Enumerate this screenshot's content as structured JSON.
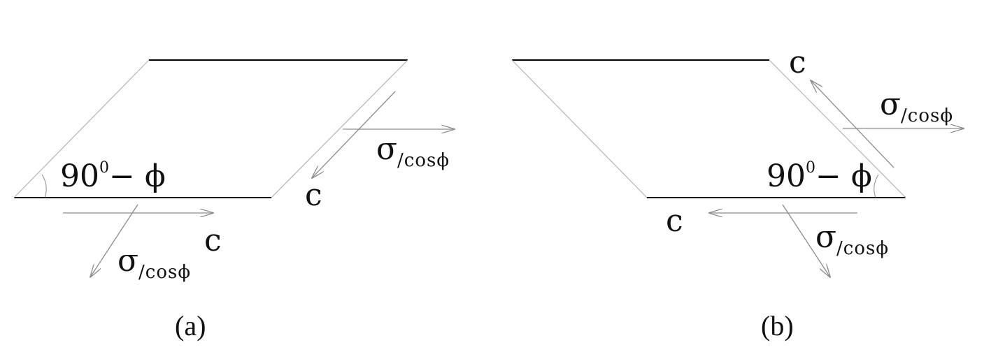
{
  "figure": {
    "panel_a": {
      "caption": "(a)",
      "angle": {
        "base": "90",
        "exponent": "0",
        "suffix": "− ϕ"
      },
      "shear_top": "c",
      "shear_bottom": "c",
      "normal_right": {
        "symbol": "σ",
        "sub": "/cosϕ"
      },
      "normal_bottom": {
        "symbol": "σ",
        "sub": "/cosϕ"
      }
    },
    "panel_b": {
      "caption": "(b)",
      "angle": {
        "base": "90",
        "exponent": "0",
        "suffix": "− ϕ"
      },
      "shear_top": "c",
      "shear_bottom": "c",
      "normal_right": {
        "symbol": "σ",
        "sub": "/cosϕ"
      },
      "normal_bottom": {
        "symbol": "σ",
        "sub": "/cosϕ"
      }
    }
  }
}
